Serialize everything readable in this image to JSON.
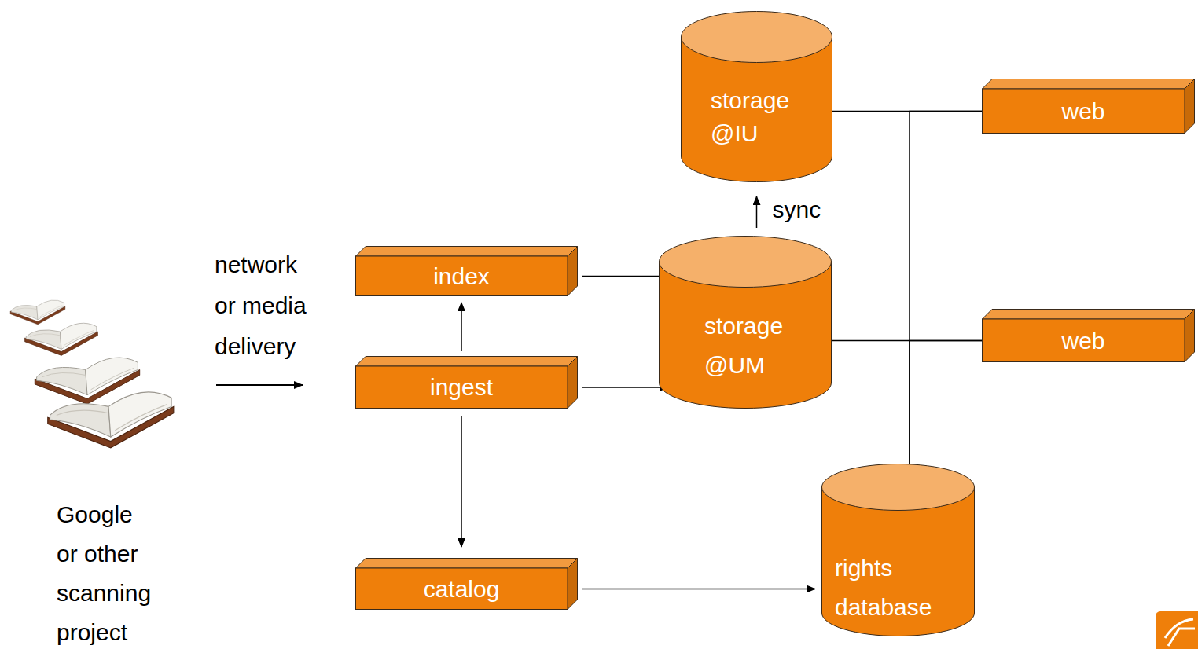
{
  "diagram": {
    "nodes": [
      {
        "text": [
          "storage @IU"
        ]
      },
      {
        "text": [
          "web"
        ]
      },
      {
        "text": [
          "index"
        ]
      },
      {
        "text": [
          "storage @UM"
        ]
      },
      {
        "text": [
          "web"
        ]
      },
      {
        "text": [
          "ingest"
        ]
      },
      {
        "text": [
          "catalog"
        ]
      },
      {
        "text": [
          "rights database"
        ]
      }
    ],
    "edges": [
      {
        "from": 5,
        "to": 2,
        "arrow": "to"
      },
      {
        "from": 2,
        "to": 3,
        "arrow": "to"
      },
      {
        "from": 5,
        "to": 3,
        "arrow": "to"
      },
      {
        "from": 3,
        "to": 0,
        "label": "sync",
        "arrow": "to"
      },
      {
        "from": 5,
        "to": 6,
        "arrow": "to"
      },
      {
        "from": 6,
        "to": 7,
        "arrow": "to"
      },
      {
        "from": 0,
        "to": 1,
        "arrow": "none"
      },
      {
        "from": 3,
        "to": 4,
        "arrow": "none"
      },
      {
        "from": 7,
        "to": 1,
        "arrow": "none"
      },
      {
        "from": 7,
        "to": 4,
        "arrow": "none"
      }
    ],
    "labels": [
      "network or media delivery",
      "Google or other scanning project"
    ]
  }
}
